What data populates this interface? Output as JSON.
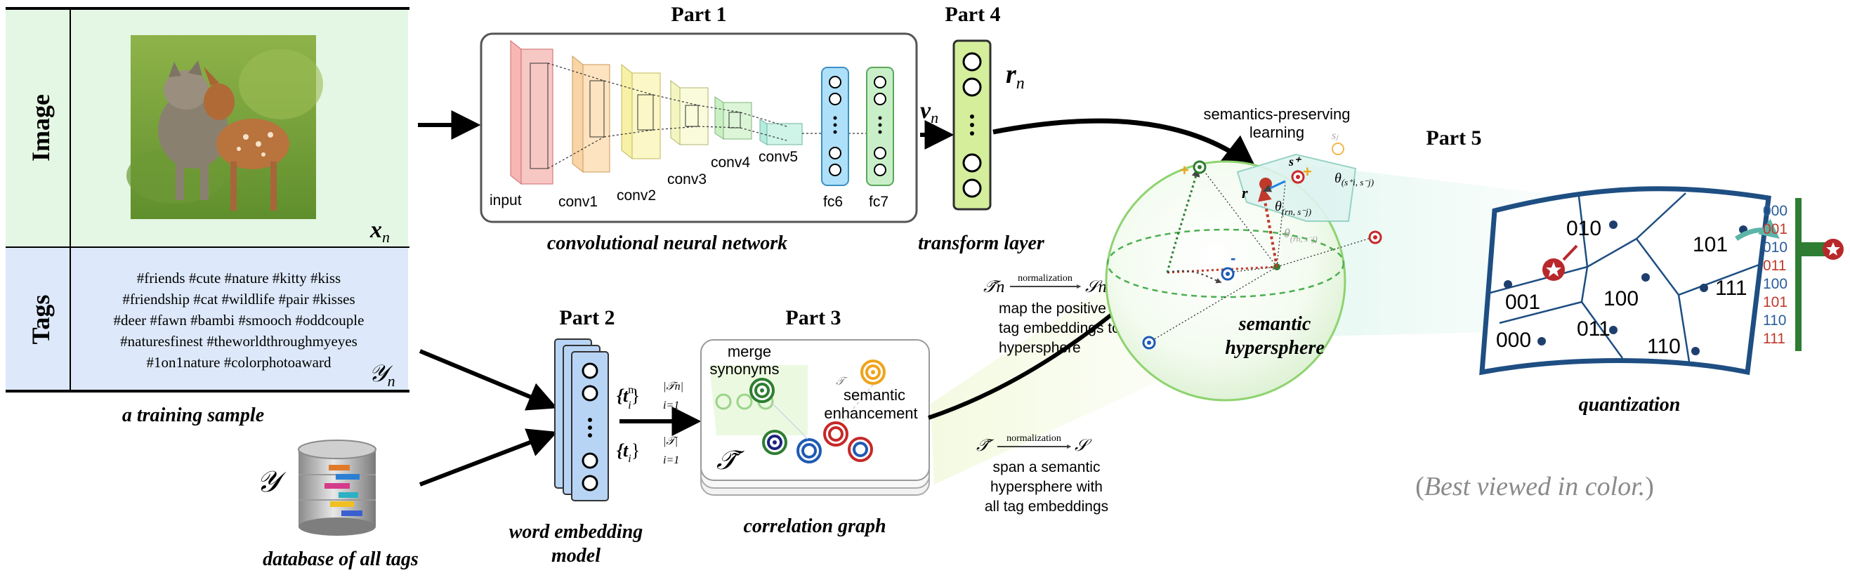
{
  "sample": {
    "image_label": "Image",
    "tags_label": "Tags",
    "x_label": "x",
    "x_sub": "n",
    "y_label": "𝒴",
    "y_sub": "n",
    "tag_lines": [
      "#friends #cute #nature #kitty #kiss",
      "#friendship #cat #wildlife #pair #kisses",
      "#deer #fawn #bambi #smooch #oddcouple",
      "#naturesfinest #theworldthroughmyeyes",
      "#1on1nature #colorphotoaward"
    ],
    "caption": "a training sample"
  },
  "database": {
    "symbol": "𝒴",
    "caption": "database of all tags"
  },
  "cnn": {
    "part": "Part 1",
    "layers": [
      "input",
      "conv1",
      "conv2",
      "conv3",
      "conv4",
      "conv5",
      "fc6",
      "fc7"
    ],
    "v_label": "v",
    "v_sub": "n",
    "caption": "convolutional neural network"
  },
  "transform": {
    "part": "Part 4",
    "r_label": "r",
    "r_sub": "n",
    "caption": "transform layer"
  },
  "word_model": {
    "part": "Part 2",
    "set_pos_main": "{t",
    "set_pos_sup": "n",
    "set_pos_sub": "i",
    "set_pos_tail": "}",
    "set_pos_limits_top": "|𝒯n|",
    "set_pos_limits_bottom": "i=1",
    "set_all_main": "{t",
    "set_all_sub": "i",
    "set_all_tail": "}",
    "set_all_limits_top": "|𝒯|",
    "set_all_limits_bottom": "i=1",
    "caption_line1": "word embedding",
    "caption_line2": "model"
  },
  "graph": {
    "part": "Part 3",
    "merge_line1": "merge",
    "merge_line2": "synonyms",
    "sem_line1": "semantic",
    "sem_line2": "enhancement",
    "t_symbol": "𝒯̃",
    "t_small": "𝒯",
    "caption": "correlation graph"
  },
  "normalization": {
    "top_from": "𝒯̃n",
    "top_to": "𝒮n",
    "word": "normalization",
    "top_lines": [
      "map the positive",
      "tag embeddings to",
      "hypersphere"
    ],
    "bottom_from": "𝒯̃",
    "bottom_to": "𝒮",
    "bottom_lines": [
      "span a semantic",
      "hypersphere with",
      "all tag embeddings"
    ]
  },
  "sphere": {
    "learning_line1": "semantics-preserving",
    "learning_line2": "learning",
    "label_line1": "semantic",
    "label_line2": "hypersphere",
    "s_plus": "s⁺",
    "s_j": "sⱼ",
    "r_label": "r",
    "theta1": "θ",
    "theta1_sub": "(rn, s⁻j)",
    "theta2": "θ",
    "theta2_sub": "(rn, s⁻j)",
    "theta3": "θ",
    "theta3_sub": "(s⁺i, s⁻j)"
  },
  "quantization": {
    "part": "Part 5",
    "regions": [
      "010",
      "101",
      "001",
      "100",
      "111",
      "011",
      "000",
      "110"
    ],
    "codes": [
      {
        "text": "000",
        "color": "#2a5d9a"
      },
      {
        "text": "001",
        "color": "#c0392b"
      },
      {
        "text": "010",
        "color": "#2a5d9a"
      },
      {
        "text": "011",
        "color": "#c0392b"
      },
      {
        "text": "100",
        "color": "#2a5d9a"
      },
      {
        "text": "101",
        "color": "#c0392b"
      },
      {
        "text": "110",
        "color": "#2a5d9a"
      },
      {
        "text": "111",
        "color": "#c0392b"
      }
    ],
    "caption": "quantization"
  },
  "note": {
    "open": "(",
    "text": "Best viewed in color.",
    "close": ")"
  },
  "colors": {
    "image_bg": "#e4f6e4",
    "tags_bg": "#dde9fa",
    "fc_blue": "#aee0f9",
    "fc_green": "#c9efc9",
    "transform": "#d4ee9c",
    "word_model": "#b8d4f5",
    "quant_border": "#1e4e82",
    "dot": "#1e3f6e",
    "star": "#b8282b",
    "teal": "#5bb5a8",
    "sphere": "#8ed36f"
  }
}
